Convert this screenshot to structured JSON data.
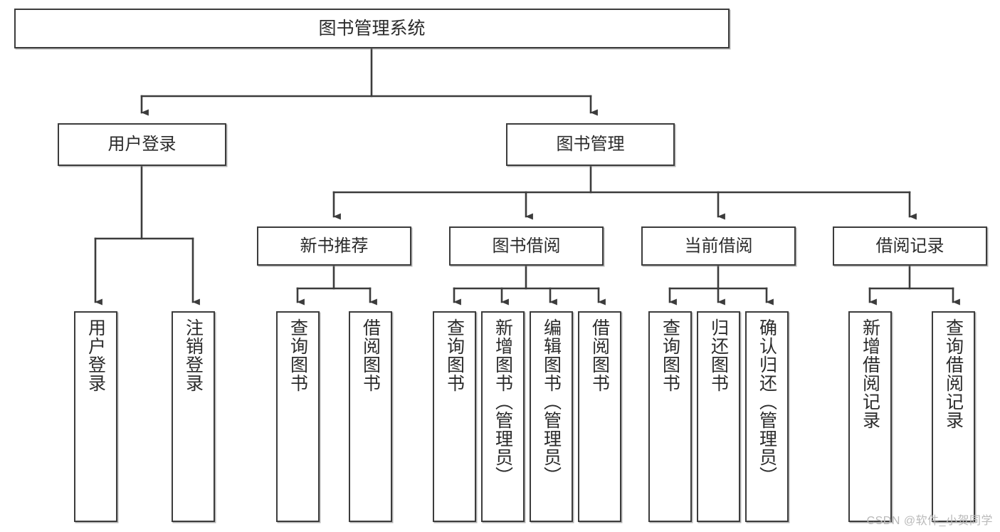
{
  "diagram": {
    "title": "图书管理系统",
    "type": "hierarchy-tree",
    "watermark": "CSDN @软件_小贺同学",
    "colors": {
      "box_border": "#3c3c3c",
      "box_fill": "#ffffff",
      "edge": "#3c3c3c",
      "text": "#2b2b2b",
      "watermark": "#b9b9b9"
    },
    "nodes": {
      "root": {
        "label": "图书管理系统"
      },
      "level1": [
        {
          "id": "user-login",
          "label": "用户登录"
        },
        {
          "id": "book-manage",
          "label": "图书管理"
        }
      ],
      "level2": [
        {
          "id": "new-book-rec",
          "label": "新书推荐"
        },
        {
          "id": "book-borrow",
          "label": "图书借阅"
        },
        {
          "id": "current-borrow",
          "label": "当前借阅"
        },
        {
          "id": "borrow-record",
          "label": "借阅记录"
        }
      ],
      "leaves": {
        "user-login": [
          {
            "id": "leaf-user-login",
            "label": "用户登录"
          },
          {
            "id": "leaf-logout-login",
            "label": "注销登录"
          }
        ],
        "new-book-rec": [
          {
            "id": "leaf-query-book-1",
            "label": "查询图书"
          },
          {
            "id": "leaf-borrow-book-1",
            "label": "借阅图书"
          }
        ],
        "book-borrow": [
          {
            "id": "leaf-query-book-2",
            "label": "查询图书"
          },
          {
            "id": "leaf-add-book",
            "label": "新增图书（管理员）"
          },
          {
            "id": "leaf-edit-book",
            "label": "编辑图书（管理员）"
          },
          {
            "id": "leaf-borrow-book-2",
            "label": "借阅图书"
          }
        ],
        "current-borrow": [
          {
            "id": "leaf-query-book-3",
            "label": "查询图书"
          },
          {
            "id": "leaf-return-book",
            "label": "归还图书"
          },
          {
            "id": "leaf-confirm-return",
            "label": "确认归还（管理员）"
          }
        ],
        "borrow-record": [
          {
            "id": "leaf-add-record",
            "label": "新增借阅记录"
          },
          {
            "id": "leaf-query-record",
            "label": "查询借阅记录"
          }
        ]
      }
    }
  }
}
